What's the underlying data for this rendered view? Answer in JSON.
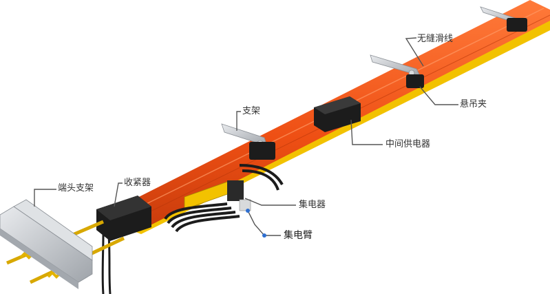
{
  "colors": {
    "rail_orange": "#f05a1e",
    "rail_yellow": "#f2c200",
    "bracket_silver": "#c9ccd0",
    "housing_black": "#1c1c1c",
    "leader_line": "#555555",
    "pointer_dot": "#2e6fd1"
  },
  "labels": {
    "busbar": "无缝滑线",
    "hanger_clamp": "悬吊夹",
    "bracket": "支架",
    "middle_feeder": "中间供电器",
    "end_bracket": "端头支架",
    "tensioner": "收紧器",
    "collector": "集电器",
    "collector_arm": "集电臂"
  },
  "icons": {
    "bracket": "steel-bracket-icon",
    "clamp": "hanger-clamp-icon",
    "feeder": "feeder-box-icon",
    "collector": "collector-trolley-icon"
  }
}
